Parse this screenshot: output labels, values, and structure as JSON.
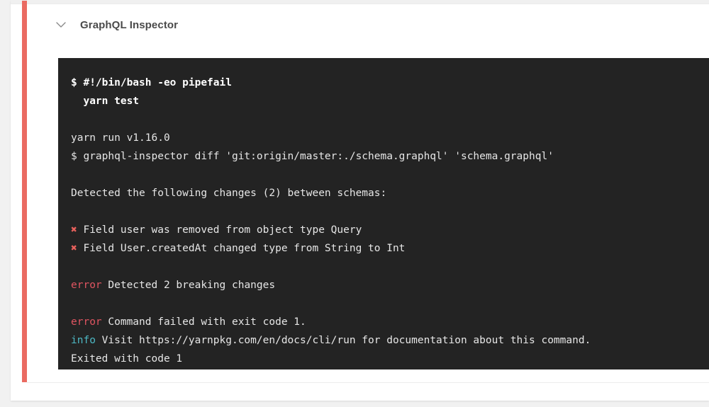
{
  "card": {
    "accent_color": "#ea6b62",
    "background": "#ffffff",
    "page_background": "#f1f1f1"
  },
  "step": {
    "toggle_icon": "chevron-down-icon",
    "title": "GraphQL Inspector",
    "status": "failed"
  },
  "terminal": {
    "background": "#232323",
    "text_color": "#e6e6e6",
    "error_color": "#e05561",
    "info_color": "#4db8c4",
    "cross_color": "#e8615c",
    "lines": [
      {
        "type": "command",
        "text": "$ #!/bin/bash -eo pipefail"
      },
      {
        "type": "command",
        "text": "  yarn test"
      },
      {
        "type": "blank",
        "text": ""
      },
      {
        "type": "plain",
        "text": "yarn run v1.16.0"
      },
      {
        "type": "plain",
        "text": "$ graphql-inspector diff 'git:origin/master:./schema.graphql' 'schema.graphql'"
      },
      {
        "type": "blank",
        "text": ""
      },
      {
        "type": "plain",
        "text": "Detected the following changes (2) between schemas:"
      },
      {
        "type": "blank",
        "text": ""
      },
      {
        "type": "cross",
        "marker": "✖",
        "text": " Field user was removed from object type Query"
      },
      {
        "type": "cross",
        "marker": "✖",
        "text": " Field User.createdAt changed type from String to Int"
      },
      {
        "type": "blank",
        "text": ""
      },
      {
        "type": "error",
        "marker": "error",
        "text": " Detected 2 breaking changes"
      },
      {
        "type": "blank",
        "text": ""
      },
      {
        "type": "error",
        "marker": "error",
        "text": " Command failed with exit code 1."
      },
      {
        "type": "info",
        "marker": "info",
        "text": " Visit https://yarnpkg.com/en/docs/cli/run for documentation about this command."
      },
      {
        "type": "plain",
        "text": "Exited with code 1"
      }
    ]
  }
}
